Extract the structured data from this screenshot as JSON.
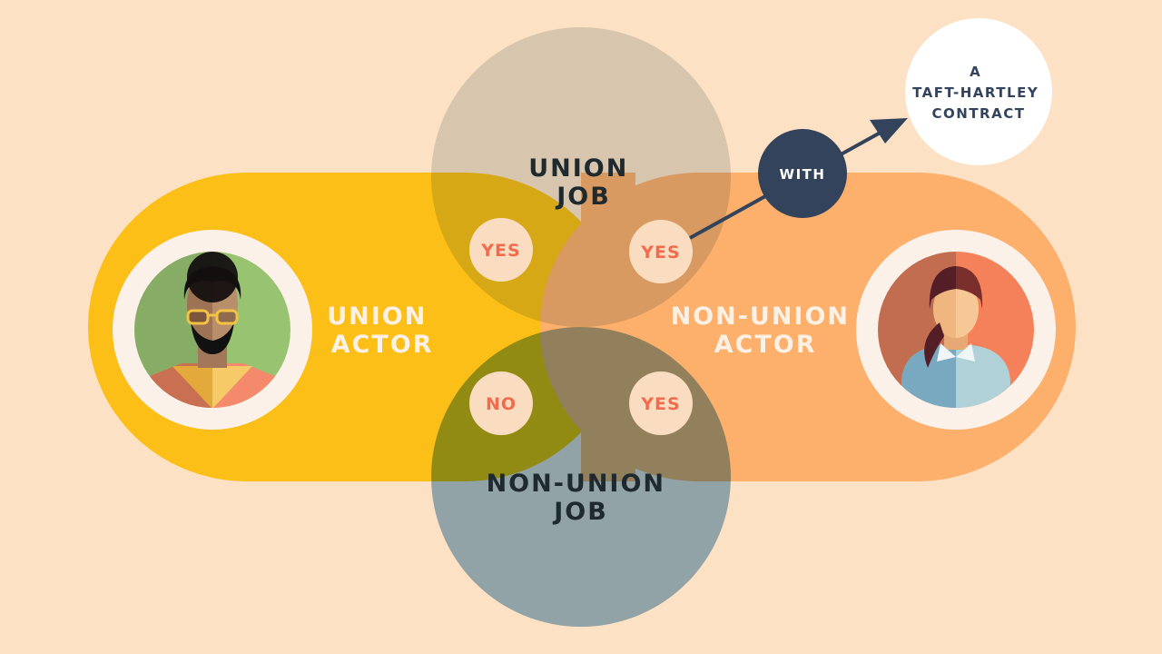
{
  "diagram": {
    "union_job": [
      "UNION",
      "JOB"
    ],
    "non_union_job": [
      "NON-UNION",
      "JOB"
    ],
    "union_actor": [
      "UNION",
      "ACTOR"
    ],
    "non_union_actor": [
      "NON-UNION",
      "ACTOR"
    ],
    "answers": {
      "union_actor_union_job": "YES",
      "non_union_actor_union_job": "YES",
      "union_actor_non_union_job": "NO",
      "non_union_actor_non_union_job": "YES"
    },
    "with_label": "WITH",
    "contract": [
      "A",
      "TAFT-HARTLEY",
      "CONTRACT"
    ]
  },
  "colors": {
    "background": "#FDE1C4",
    "union_actor": "#FBBF17",
    "non_union_actor": "#FDB06C",
    "answer_text": "#F26B4F",
    "with_bubble": "#33435B"
  }
}
